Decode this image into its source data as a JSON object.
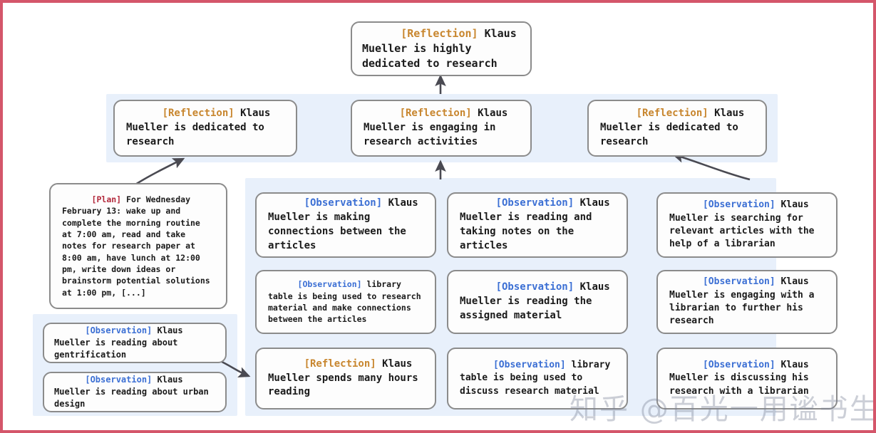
{
  "figure": {
    "title": "Generative agent memory reflection tree",
    "frame_border_color": "#d4566a",
    "panel_color": "#e8f0fb",
    "node_border_color": "#8b8b8b",
    "tag_colors": {
      "reflection": "#c8862e",
      "observation": "#3b6fd4",
      "plan": "#b2273a"
    }
  },
  "tags": {
    "reflection": "[Reflection]",
    "observation": "[Observation]",
    "plan": "[Plan]"
  },
  "nodes": {
    "root": {
      "tag": "[Reflection]",
      "text": " Klaus Mueller is highly dedicated to research"
    },
    "reflection_left": {
      "tag": "[Reflection]",
      "text": " Klaus Mueller is dedicated to research"
    },
    "reflection_mid": {
      "tag": "[Reflection]",
      "text": " Klaus Mueller is engaging in research activities"
    },
    "reflection_right": {
      "tag": "[Reflection]",
      "text": " Klaus Mueller is dedicated to research"
    },
    "plan": {
      "tag": "[Plan]",
      "text": " For Wednesday February 13: wake up and complete the morning routine at 7:00 am, read and take notes for research paper at 8:00 am, have lunch at 12:00 pm, write down ideas or brainstorm potential solutions at 1:00 pm, [...]"
    },
    "obs_gentrification": {
      "tag": "[Observation]",
      "text": " Klaus Mueller is reading about gentrification"
    },
    "obs_urban_design": {
      "tag": "[Observation]",
      "text": " Klaus Mueller is reading about urban design"
    },
    "col1_a": {
      "tag": "[Observation]",
      "text": " Klaus Mueller is making connections between the articles"
    },
    "col1_b": {
      "tag": "[Observation]",
      "text": " library table is being used to research material and make connections between the articles"
    },
    "col1_c": {
      "tag": "[Reflection]",
      "text": " Klaus Mueller spends many hours reading"
    },
    "col2_a": {
      "tag": "[Observation]",
      "text": " Klaus Mueller is reading and taking notes on the articles"
    },
    "col2_b": {
      "tag": "[Observation]",
      "text": " Klaus Mueller is reading the assigned material"
    },
    "col2_c": {
      "tag": "[Observation]",
      "text": " library table is being used to discuss research material"
    },
    "col3_a": {
      "tag": "[Observation]",
      "text": " Klaus Mueller is searching for relevant articles with the help of a librarian"
    },
    "col3_b": {
      "tag": "[Observation]",
      "text": " Klaus Mueller is engaging with a librarian to further his research"
    },
    "col3_c": {
      "tag": "[Observation]",
      "text": " Klaus Mueller is discussing his research with a librarian"
    }
  },
  "watermark": {
    "text": "知乎 @百光一用谧书生"
  }
}
